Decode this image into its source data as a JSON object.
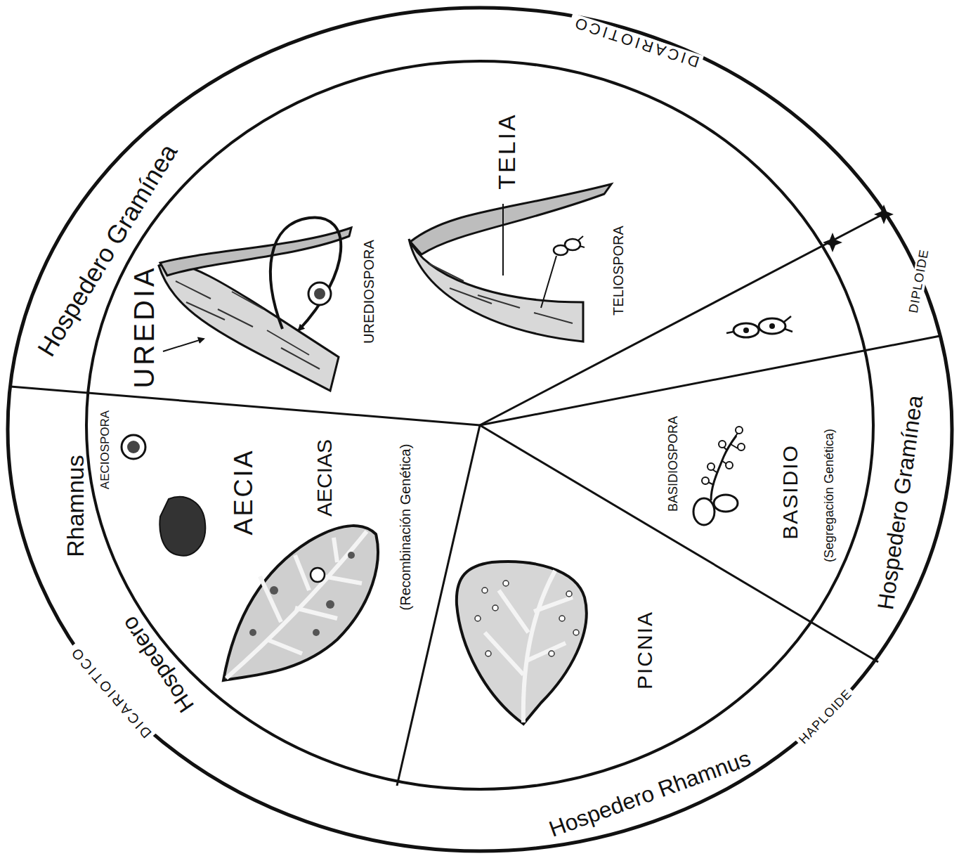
{
  "diagram": {
    "labels": [
      "Hospedero Gramínea",
      "DICARIOTICO",
      "UREDIA",
      "UREDIOSPORA",
      "TELIA",
      "TELIOSPORA",
      "DIPLOIDE",
      "AECIOSPORA",
      "AECIA",
      "AECIAS",
      "Rhamnus",
      "BASIDIOSPORA",
      "BASIDIO",
      "(Segregación Genética)",
      "Hospedero Gramínea",
      "(Recombinación Genética)",
      "Hospedero",
      "DICARIOTICO",
      "PICNIA",
      "HAPLOIDE",
      "Hospedero Rhamnus"
    ]
  }
}
